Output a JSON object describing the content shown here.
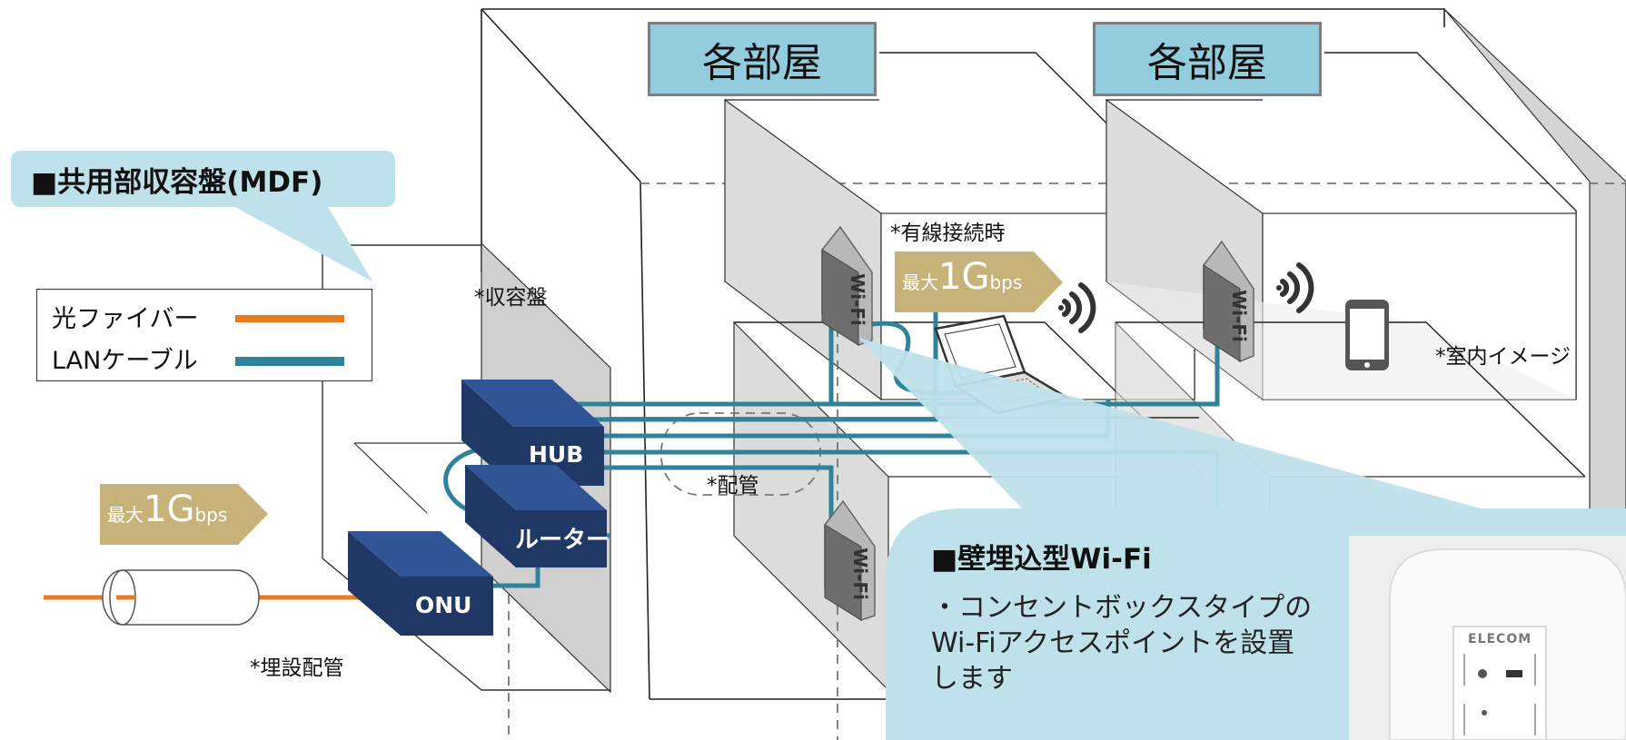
{
  "rooms": {
    "left_title": "各部屋",
    "right_title": "各部屋"
  },
  "mdf": {
    "title": "■共用部収容盤(MDF)"
  },
  "legend": {
    "items": [
      {
        "label": "光ファイバー",
        "color": "#e57a1e"
      },
      {
        "label": "LANケーブル",
        "color": "#2e8299"
      }
    ]
  },
  "labels": {
    "enclosure": "*収容盤",
    "wired": "*有線接続時",
    "conduit": "*配管",
    "buried": "*埋設配管",
    "indoor": "*室内イメージ"
  },
  "speeds": {
    "outdoor": {
      "prefix": "最大",
      "value": "1G",
      "unit": "bps"
    },
    "wired": {
      "prefix": "最大",
      "value": "1G",
      "unit": "bps"
    }
  },
  "devices": {
    "hub": "HUB",
    "router": "ルーター",
    "onu": "ONU",
    "ap_tag": "Wi-Fi",
    "brand": "ELECOM"
  },
  "wifi_panel": {
    "title": "■壁埋込型Wi-Fi",
    "description": "・コンセントボックスタイプのWi-Fiアクセスポイントを設置します"
  },
  "colors": {
    "fiber": "#e57a1e",
    "lan": "#2e8299",
    "box_dark": "#1f3864",
    "box_mid": "#2f5597",
    "speed_bg": "#c7b37a",
    "room_title_bg": "#93cddd",
    "panel_bg": "#bfe1ea"
  }
}
